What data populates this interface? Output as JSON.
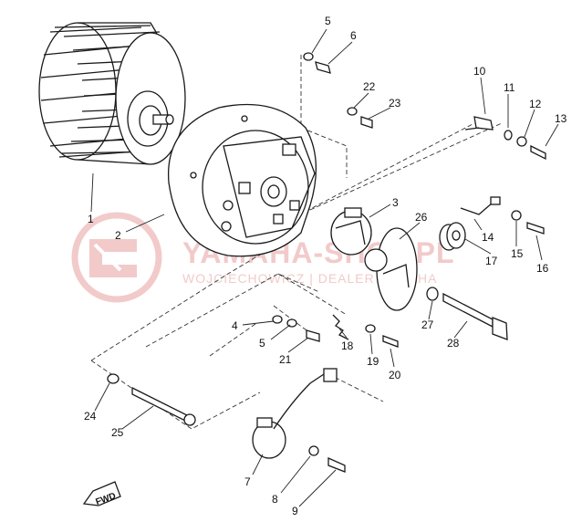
{
  "diagram": {
    "part_numbers": [
      "1",
      "2",
      "3",
      "4",
      "5",
      "5",
      "6",
      "7",
      "8",
      "9",
      "10",
      "11",
      "12",
      "13",
      "14",
      "15",
      "16",
      "17",
      "18",
      "19",
      "20",
      "21",
      "22",
      "23",
      "24",
      "25",
      "26",
      "27",
      "28"
    ],
    "fwd_label": "FWD",
    "watermark": {
      "text": "YAMAHA-SHOP.PL",
      "subtext": "WOJCIECHOWICZ | DEALER YAMAHA",
      "color": "#e8a0a0"
    }
  }
}
